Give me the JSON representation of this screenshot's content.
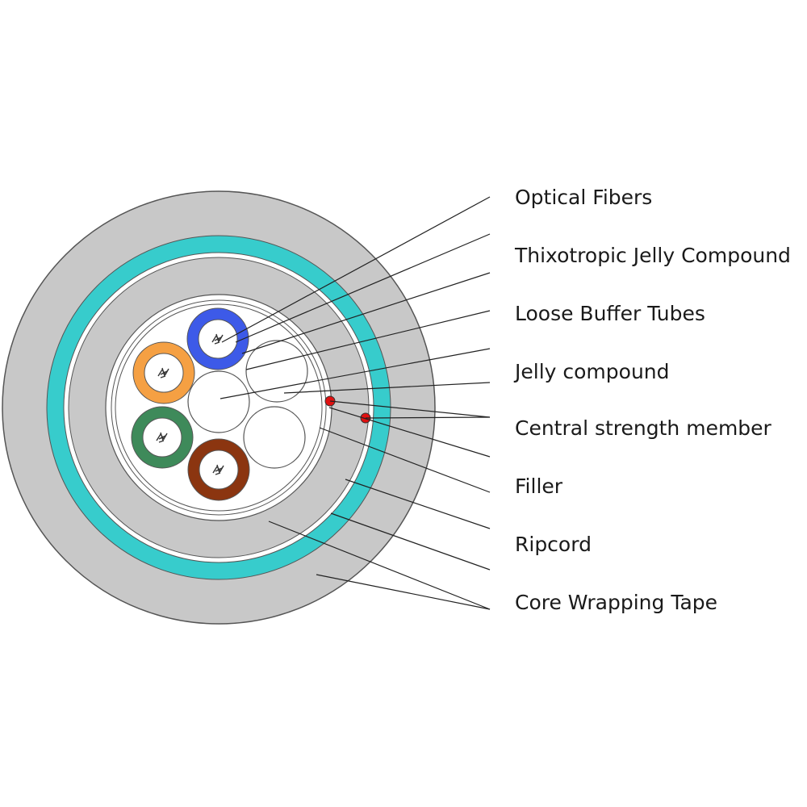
{
  "labels": [
    "Optical Fibers",
    "Thixotropic Jelly Compound",
    "Loose Buffer Tubes",
    "Jelly compound",
    "Central strength member",
    "Filler",
    "Ripcord",
    "Core Wrapping Tape"
  ],
  "colors": {
    "outer_sheath": "#c8c8c8",
    "armour_band": "#37cccc",
    "tube_blue": "#3d5ae8",
    "tube_orange": "#f5a043",
    "tube_green": "#3e8a5a",
    "tube_brown": "#8b3510",
    "ripcord": "#e01010",
    "outline": "#4a4a4a"
  }
}
